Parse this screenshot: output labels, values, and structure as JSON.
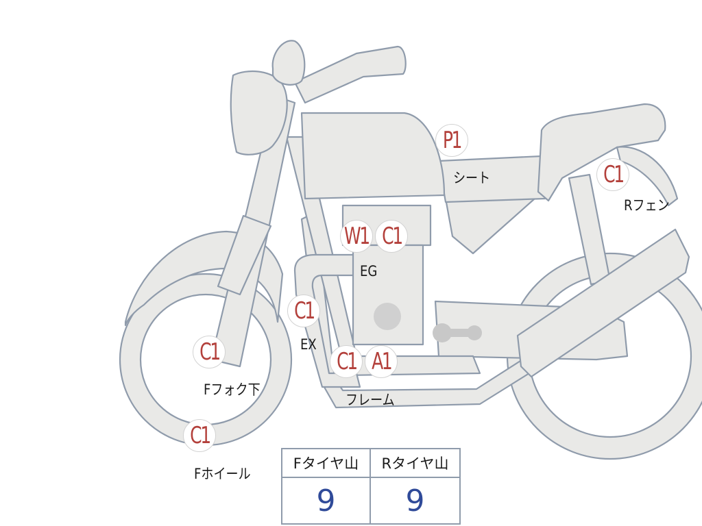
{
  "badges": {
    "seat_p1": "P1",
    "rfender_c1": "C1",
    "engine_w1": "W1",
    "engine_c1": "C1",
    "exhaust_c1": "C1",
    "fork_c1": "C1",
    "frame_c1": "C1",
    "frame_a1": "A1",
    "wheel_c1": "C1"
  },
  "labels": {
    "seat": "シート",
    "rear_fender": "Rフェン",
    "engine": "EG",
    "exhaust": "EX",
    "front_fork_lower": "Fフォク下",
    "frame": "フレーム",
    "front_wheel": "Fホイール"
  },
  "tire_table": {
    "front_header": "Fタイヤ山",
    "rear_header": "Rタイヤ山",
    "front_value": "9",
    "rear_value": "9"
  },
  "colors": {
    "badge_text": "#b3403b",
    "table_value": "#2f4a99",
    "part_fill": "#e9e9e7",
    "outline": "#8f9bab"
  }
}
